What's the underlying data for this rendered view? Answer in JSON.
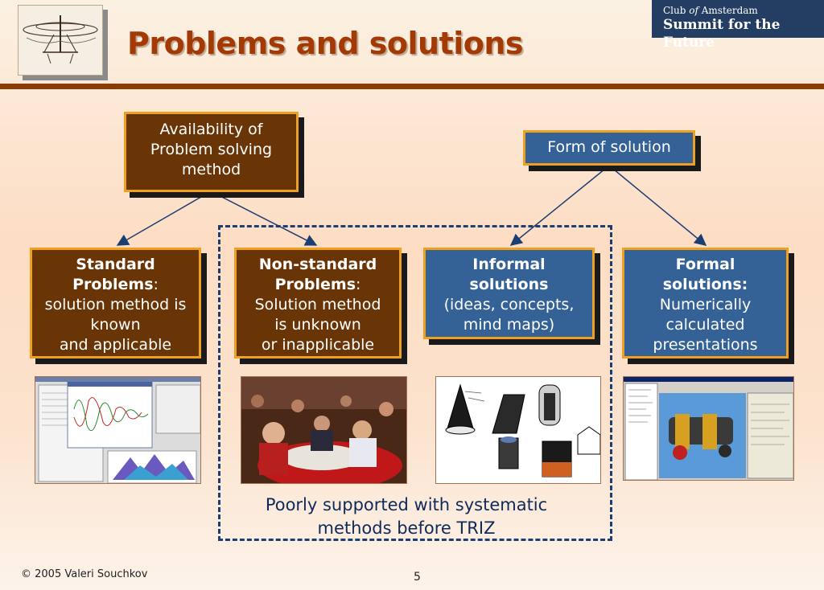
{
  "header": {
    "title": "Problems and solutions",
    "brand_line1_a": "Club ",
    "brand_line1_of": "of",
    "brand_line1_b": " Amsterdam",
    "brand_line2": "Summit for the Future"
  },
  "diagram": {
    "root_left": {
      "line1": "Availability of",
      "line2": "Problem solving",
      "line3": "method"
    },
    "root_right": {
      "label": "Form of solution"
    },
    "leaves": {
      "standard": {
        "bold_line1": "Standard",
        "bold_line2": "Problems",
        "suffix": ":",
        "line3": "solution method is",
        "line4": "known",
        "line5": "and applicable"
      },
      "nonstandard": {
        "bold_line1": "Non-standard",
        "bold_line2": "Problems",
        "suffix": ":",
        "line3": "Solution method",
        "line4": "is unknown",
        "line5": "or inapplicable"
      },
      "informal": {
        "bold_line1": "Informal",
        "bold_line2": "solutions",
        "line3": "(ideas, concepts,",
        "line4": "mind maps)"
      },
      "formal": {
        "bold_line1": "Formal",
        "bold_line2": "solutions:",
        "line3": "Numerically",
        "line4": "calculated",
        "line5": "presentations"
      }
    },
    "note": {
      "line1": "Poorly supported with systematic",
      "line2": "methods before TRIZ"
    }
  },
  "footer": {
    "copyright": "© 2005 Valeri Souchkov",
    "page": "5"
  },
  "colors": {
    "brown": "#6a3506",
    "blue": "#346296",
    "orange_border": "#f0a020",
    "title": "#a33a06",
    "rule": "#8a3a02",
    "dashed": "#1c3f73"
  }
}
